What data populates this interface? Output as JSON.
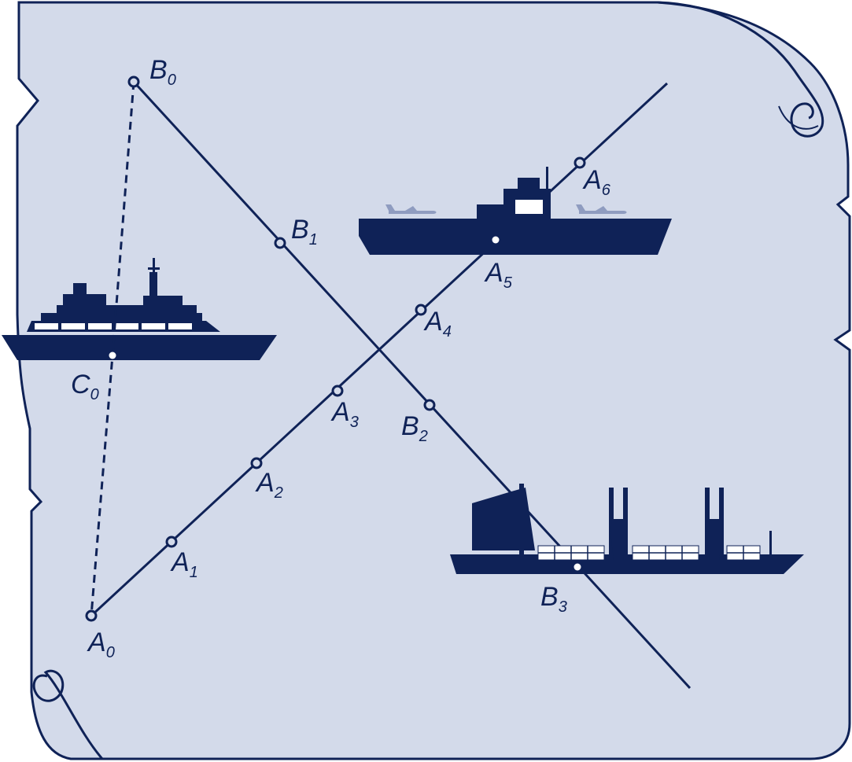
{
  "colors": {
    "paper": "#d3daea",
    "ink": "#0f2257",
    "plane": "#8f9cc0",
    "window": "#ffffff"
  },
  "points": {
    "A0": {
      "letter": "A",
      "sub": "0"
    },
    "A1": {
      "letter": "A",
      "sub": "1"
    },
    "A2": {
      "letter": "A",
      "sub": "2"
    },
    "A3": {
      "letter": "A",
      "sub": "3"
    },
    "A4": {
      "letter": "A",
      "sub": "4"
    },
    "A5": {
      "letter": "A",
      "sub": "5"
    },
    "A6": {
      "letter": "A",
      "sub": "6"
    },
    "B0": {
      "letter": "B",
      "sub": "0"
    },
    "B1": {
      "letter": "B",
      "sub": "1"
    },
    "B2": {
      "letter": "B",
      "sub": "2"
    },
    "B3": {
      "letter": "B",
      "sub": "3"
    },
    "C0": {
      "letter": "C",
      "sub": "0"
    }
  },
  "icons": {
    "paper": "scroll-paper-icon",
    "ferry": "passenger-ship-icon",
    "carrier": "aircraft-carrier-icon",
    "cargo": "cargo-ship-icon",
    "plane": "airplane-icon"
  }
}
